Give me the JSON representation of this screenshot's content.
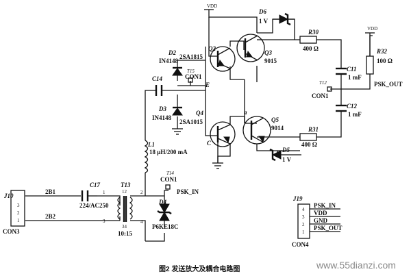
{
  "caption": "图2  发送放大及耦合电路图",
  "watermark": "www.55dianzi.com",
  "connectors": {
    "j10": {
      "ref": "J10",
      "name": "CON3",
      "pins": [
        "3",
        "2",
        "1"
      ]
    },
    "j19": {
      "ref": "J19",
      "name": "CON4",
      "pins": [
        "4",
        "3",
        "2",
        "1"
      ],
      "signals": [
        "PSK_IN",
        "VDD",
        "GND",
        "PSK_OUT"
      ]
    }
  },
  "nets": {
    "n2b1": "2B1",
    "n2b2": "2B2",
    "psk_in": "PSK_IN",
    "psk_out": "PSK_OUT",
    "vdd": "VDD"
  },
  "components": {
    "c17": {
      "ref": "C17",
      "value": "224/AC250",
      "pin": "1"
    },
    "t13": {
      "ref": "T13",
      "pins": [
        "12",
        "3",
        "2",
        "4",
        "34"
      ],
      "ratio": "10:15"
    },
    "l1": {
      "ref": "L1",
      "value": "18 μH/200 mA"
    },
    "c14": {
      "ref": "C14"
    },
    "d2": {
      "ref": "D2",
      "part": "IN4148"
    },
    "d3": {
      "ref": "D3",
      "part": "IN4148"
    },
    "t15": {
      "ref": "T15",
      "name": "CON1"
    },
    "t14": {
      "ref": "T14",
      "name": "CON1"
    },
    "t12": {
      "ref": "T12",
      "name": "CON1"
    },
    "q2": {
      "ref": "Q2",
      "part": "2SA1815"
    },
    "q4": {
      "ref": "Q4",
      "part": "2SA1015"
    },
    "q3": {
      "ref": "Q3",
      "part": "9015"
    },
    "q5": {
      "ref": "Q5",
      "part": "9014"
    },
    "d6": {
      "ref": "D6",
      "value": "1 V"
    },
    "d5": {
      "ref": "D5",
      "value": "1 V"
    },
    "d4": {
      "ref": "D4",
      "part": "P6KE18C"
    },
    "r30": {
      "ref": "R30",
      "value": "400 Ω"
    },
    "r31": {
      "ref": "R31",
      "value": "400 Ω"
    },
    "r32": {
      "ref": "R32",
      "value": "100 Ω"
    },
    "c11": {
      "ref": "C11",
      "value": "1 mF"
    },
    "c12": {
      "ref": "C12",
      "value": "1 mF"
    }
  },
  "node_labels": {
    "e": "E",
    "c": "C",
    "a": "a"
  }
}
